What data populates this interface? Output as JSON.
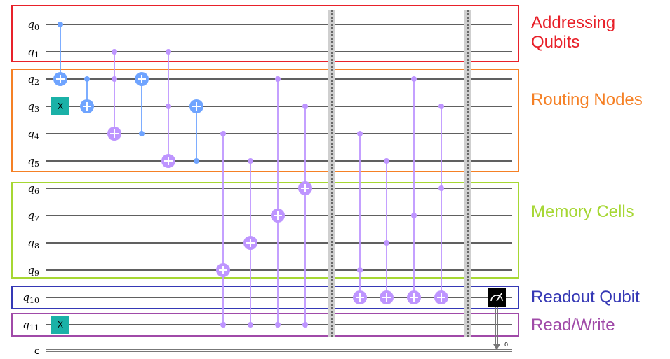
{
  "qubits": [
    {
      "base": "q",
      "sub": "0"
    },
    {
      "base": "q",
      "sub": "1"
    },
    {
      "base": "q",
      "sub": "2"
    },
    {
      "base": "q",
      "sub": "3"
    },
    {
      "base": "q",
      "sub": "4"
    },
    {
      "base": "q",
      "sub": "5"
    },
    {
      "base": "q",
      "sub": "6"
    },
    {
      "base": "q",
      "sub": "7"
    },
    {
      "base": "q",
      "sub": "8"
    },
    {
      "base": "q",
      "sub": "9"
    },
    {
      "base": "q",
      "sub": "10"
    },
    {
      "base": "q",
      "sub": "11"
    }
  ],
  "classical_label": "c",
  "measure_bit": "0",
  "regions": [
    {
      "id": "addressing",
      "label_lines": [
        "Addressing",
        "Qubits"
      ],
      "color": "#e8212a"
    },
    {
      "id": "routing",
      "label_lines": [
        "Routing Nodes"
      ],
      "color": "#f58025"
    },
    {
      "id": "memory",
      "label_lines": [
        "Memory Cells"
      ],
      "color": "#a6d733"
    },
    {
      "id": "readout",
      "label_lines": [
        "Readout Qubit"
      ],
      "color": "#3538b5"
    },
    {
      "id": "readwrite",
      "label_lines": [
        "Read/Write"
      ],
      "color": "#a04aa8"
    }
  ],
  "gates": {
    "x_label": "X",
    "x_color": "#1ab1a7",
    "blue_gate_color": "#6fa4ff",
    "purple_gate_color": "#be95ff",
    "measure_color": "#000000"
  }
}
